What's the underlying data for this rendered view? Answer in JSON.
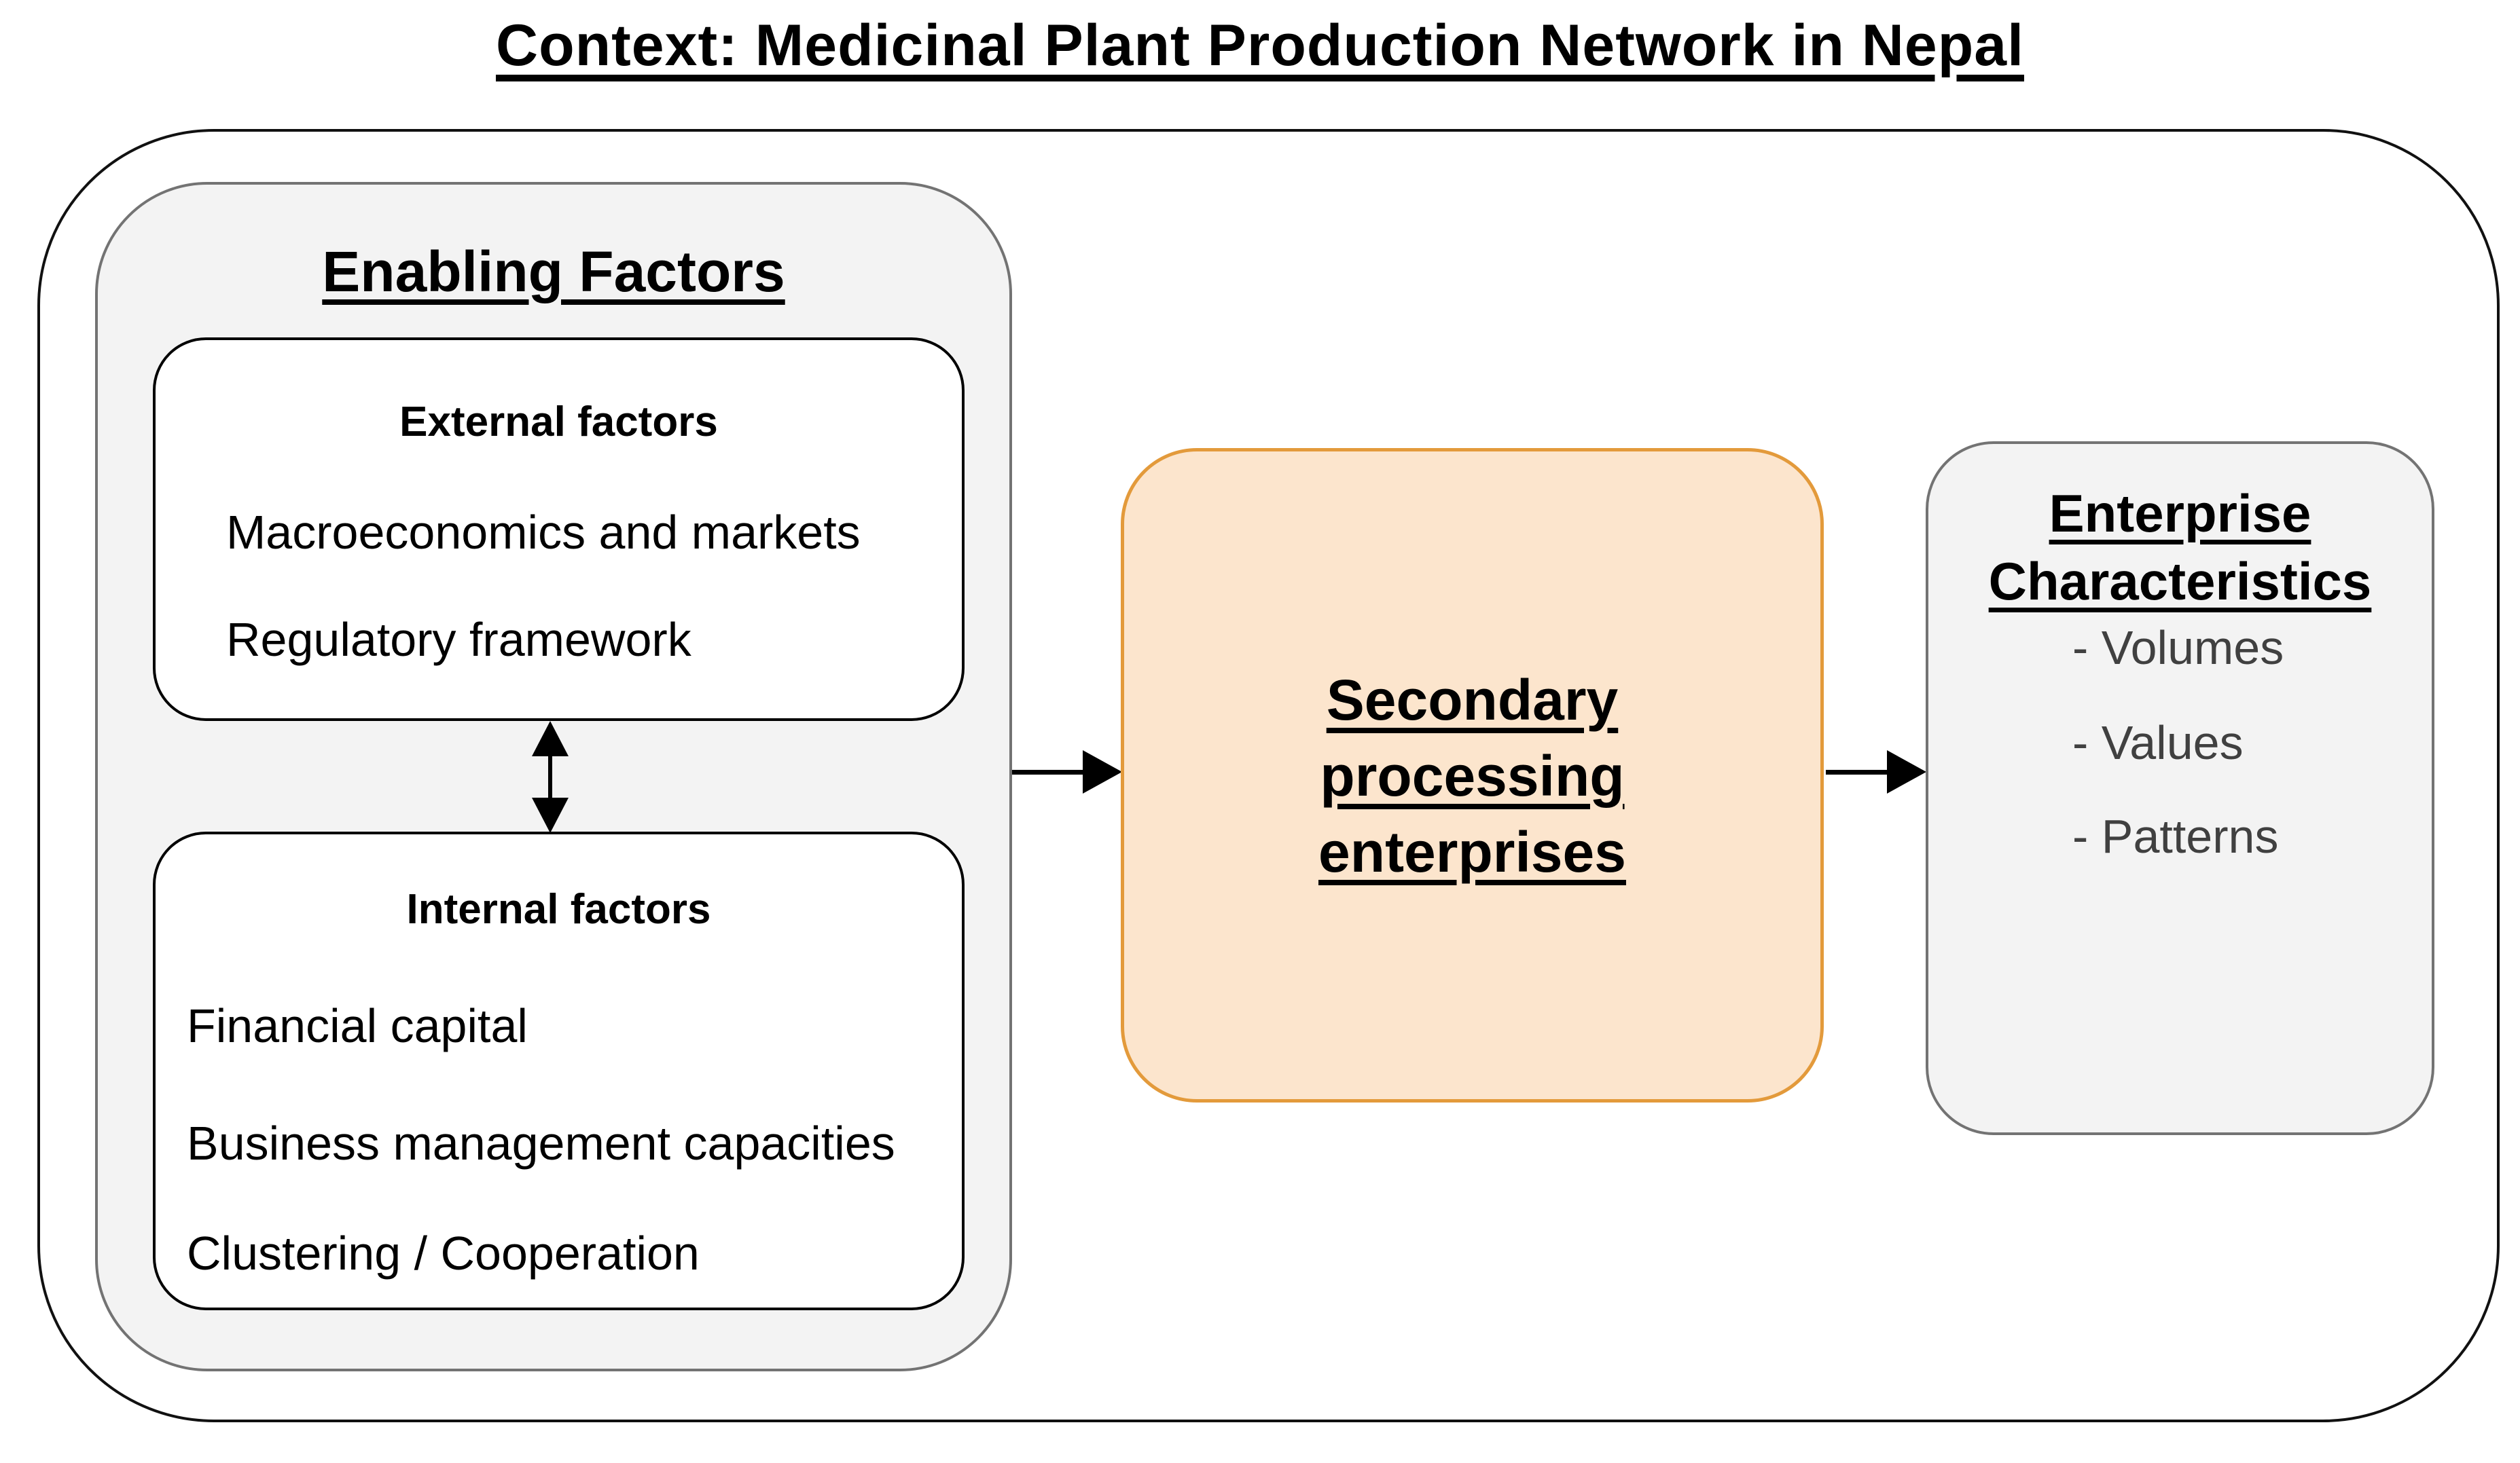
{
  "title": "Context: Medicinal Plant Production Network in Nepal",
  "enabling_factors": {
    "title": "Enabling Factors",
    "external": {
      "heading": "External factors",
      "items": [
        "Macroeconomics and markets",
        "Regulatory framework"
      ]
    },
    "internal": {
      "heading": "Internal factors",
      "items": [
        "Financial capital",
        "Business management capacities",
        "Clustering / Cooperation"
      ]
    }
  },
  "central": {
    "line1": "Secondary",
    "line2": "processing",
    "line3": "enterprises"
  },
  "enterprise": {
    "line1": "Enterprise",
    "line2": "Characteristics",
    "items": [
      "- Volumes",
      "- Values",
      "- Patterns"
    ]
  },
  "colors": {
    "central_fill": "#fce5cd",
    "central_border": "#e39a3b",
    "group_fill": "#f3f3f3",
    "group_border": "#737373",
    "outer_border": "#111111",
    "inner_box_border": "#000000",
    "enterprise_item_text": "#404040",
    "text": "#000000",
    "background": "#ffffff"
  }
}
